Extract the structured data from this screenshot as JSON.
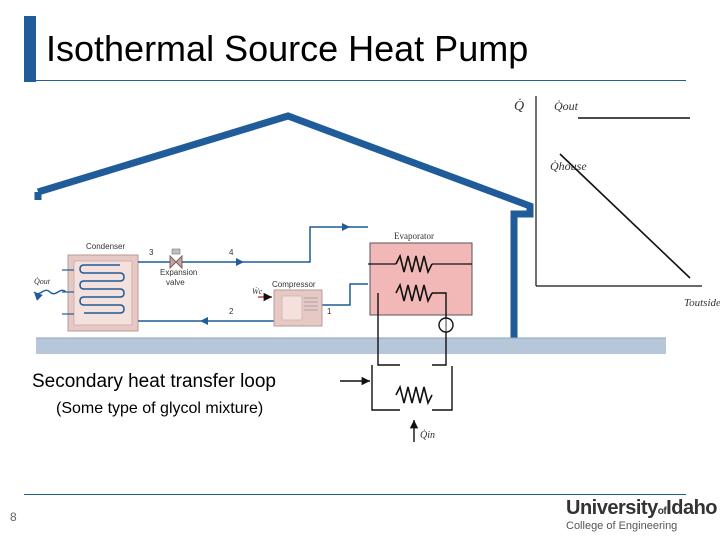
{
  "slide": {
    "title": "Isothermal Source Heat Pump",
    "page_number": "8",
    "caption_primary": "Secondary heat transfer loop",
    "caption_secondary": "(Some type of glycol mixture)"
  },
  "diagram": {
    "evaporator_label": "Evaporator",
    "condenser_label": "Condenser",
    "compressor_label": "Compressor",
    "expansion_valve_label_1": "Expansion",
    "expansion_valve_label_2": "valve",
    "state_1": "1",
    "state_2": "2",
    "state_3": "3",
    "state_4": "4",
    "q_out_condenser": "Q̇out",
    "w_compressor": "Ẇc",
    "q_in_loop": "Q̇in"
  },
  "graph": {
    "y_axis_symbol": "Q̇",
    "line1_label": "Q̇out",
    "line2_label": "Q̇house",
    "x_axis_label": "Toutside"
  },
  "logo": {
    "university_1": "University",
    "of": "of",
    "university_2": "Idaho",
    "college": "College of Engineering"
  },
  "colors": {
    "accent": "#1f5c99",
    "ground": "#b6c7da",
    "evaporator_fill": "#f2b8b8"
  }
}
